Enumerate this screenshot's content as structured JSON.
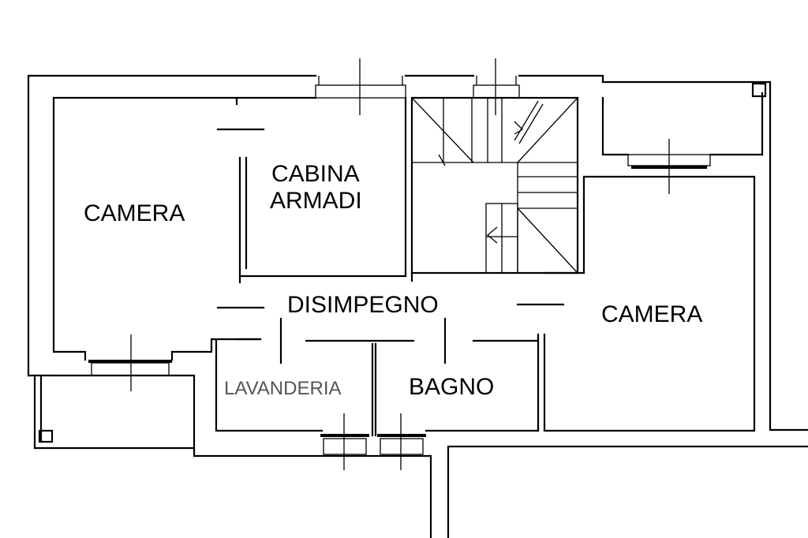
{
  "plan": {
    "title": "Floor plan",
    "rooms": {
      "camera_left": "CAMERA",
      "cabina_line1": "CABINA",
      "cabina_line2": "ARMADI",
      "disimpegno": "DISIMPEGNO",
      "camera_right": "CAMERA",
      "lavanderia": "LAVANDERIA",
      "bagno": "BAGNO"
    },
    "colors": {
      "line": "#000000",
      "background": "#ffffff",
      "muted_text": "#555555"
    }
  }
}
